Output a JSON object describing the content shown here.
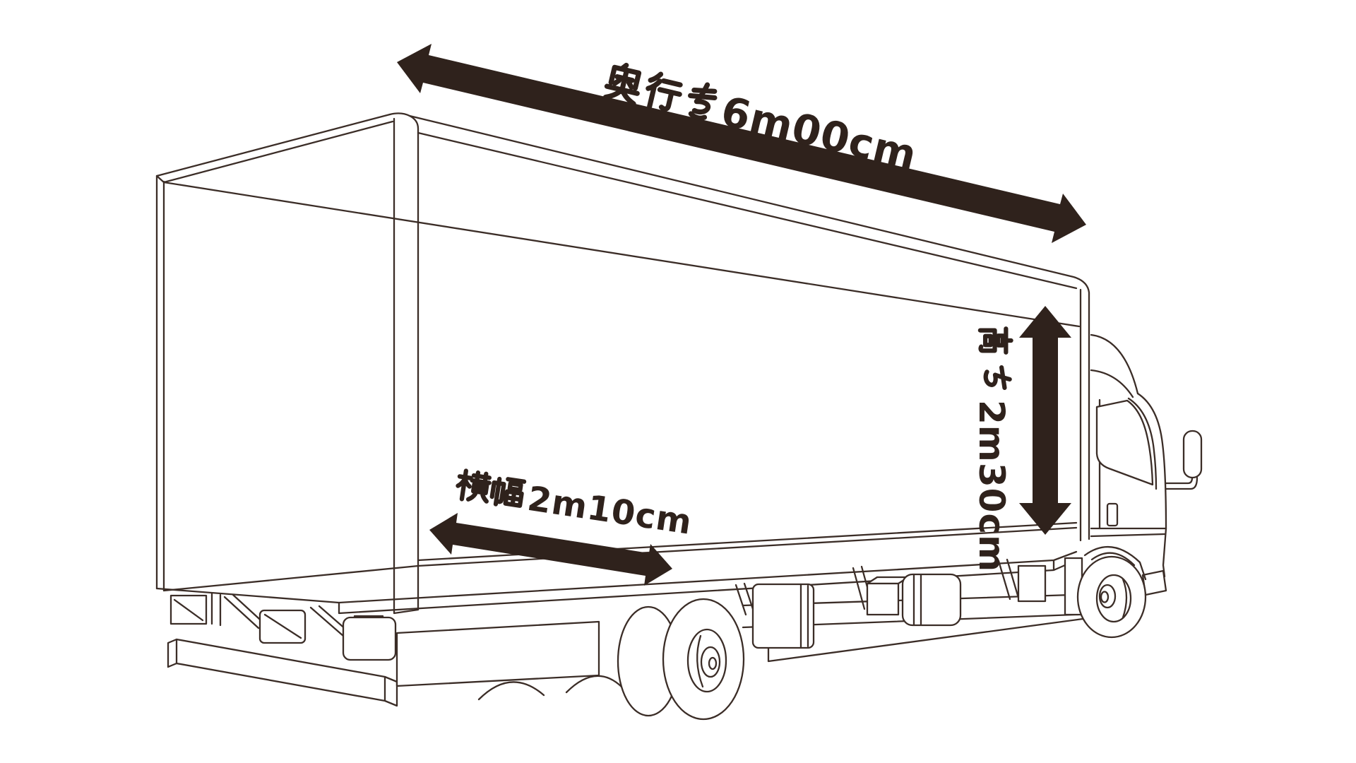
{
  "colors": {
    "ink": "#2f221c",
    "line": "#3b2d27",
    "background": "#ffffff"
  },
  "diagram": {
    "subject": "truck-cargo-dimensions",
    "dimensions": {
      "depth": {
        "label": "奥行き",
        "value": "6m00cm"
      },
      "height": {
        "label": "高さ",
        "value": "2m30cm"
      },
      "width": {
        "label": "横幅",
        "value": "2m10cm"
      }
    }
  }
}
